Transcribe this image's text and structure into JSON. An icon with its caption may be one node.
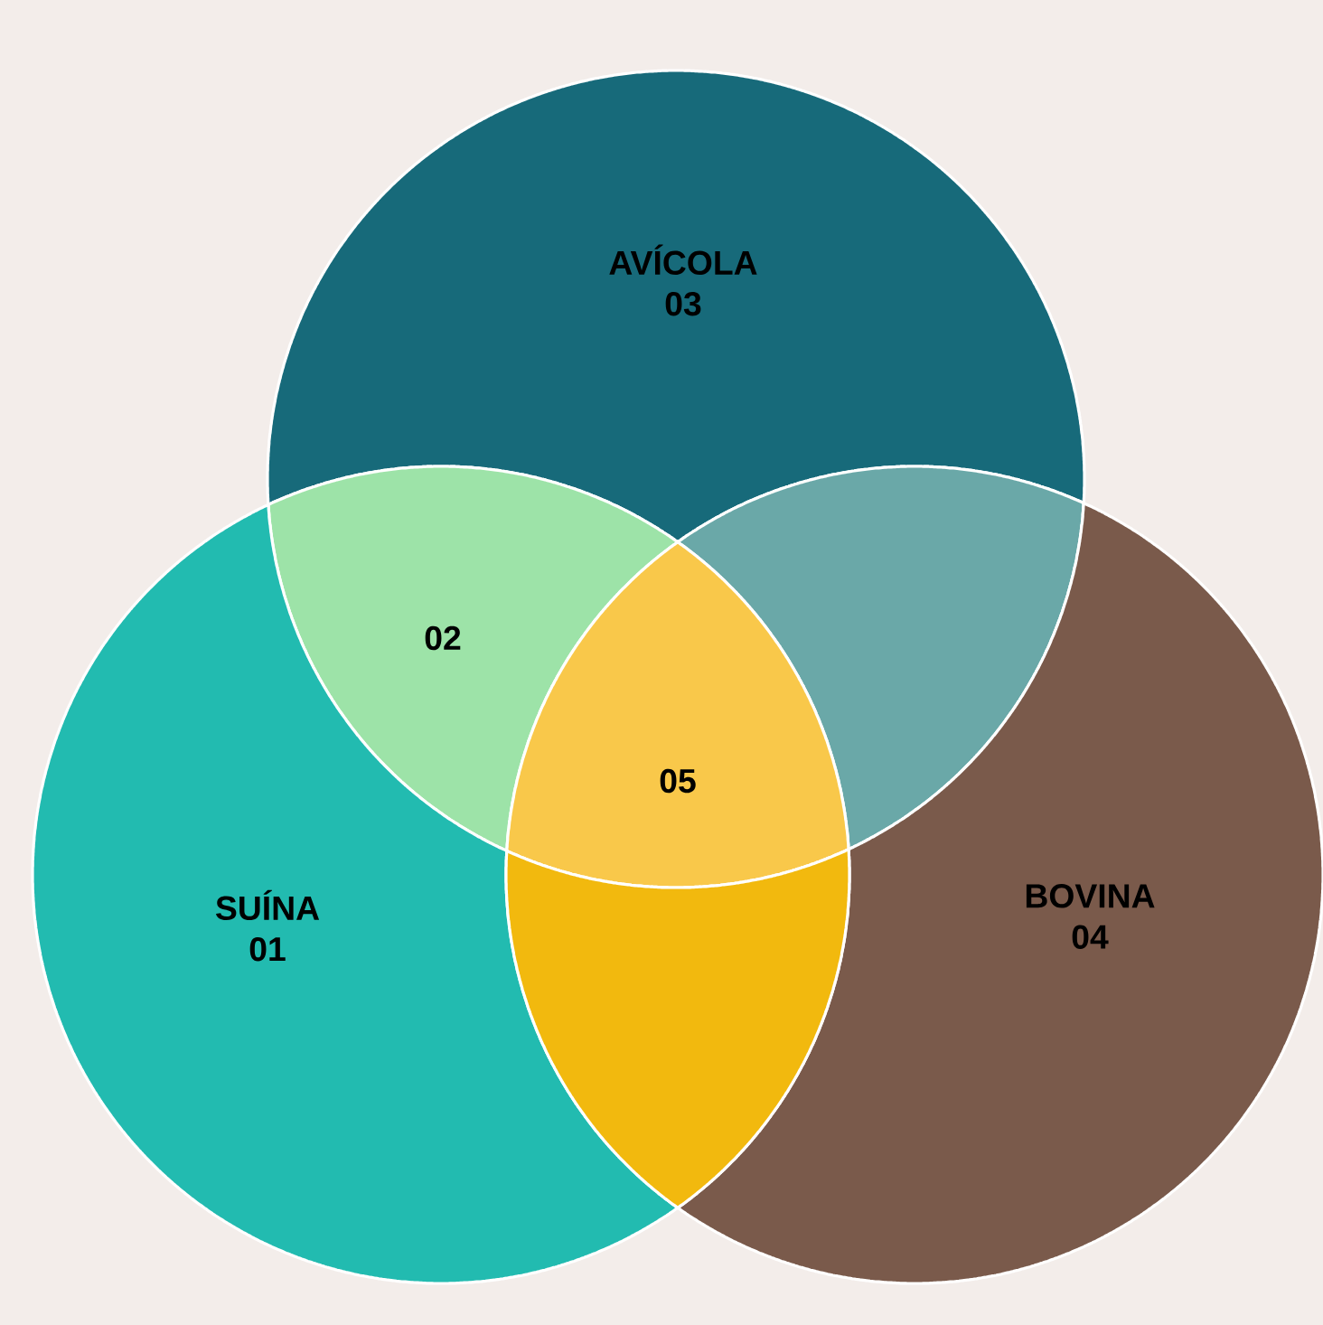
{
  "diagram": {
    "nodes": [
      {
        "text": [
          "AVÍCOLA",
          "03"
        ]
      },
      {
        "text": [
          "02"
        ]
      },
      {
        "text": [],
        "shape": "lens"
      },
      {
        "text": [
          "05"
        ]
      },
      {
        "text": [
          "SUÍNA",
          "01"
        ]
      },
      {
        "text": [
          "BOVINA",
          "04"
        ]
      },
      {
        "text": [],
        "shape": "lens"
      }
    ]
  }
}
